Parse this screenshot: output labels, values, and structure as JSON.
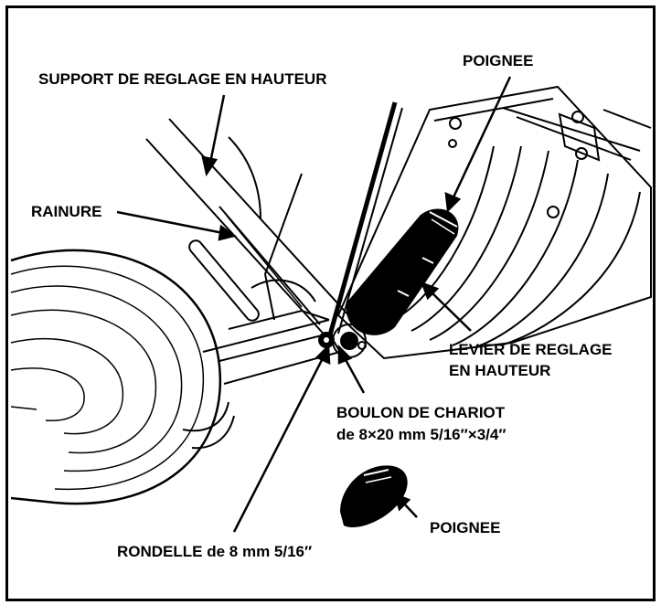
{
  "labels": {
    "support": "SUPPORT DE REGLAGE EN HAUTEUR",
    "poignee_top": "POIGNEE",
    "rainure": "RAINURE",
    "levier_line1": "LEVIER DE REGLAGE",
    "levier_line2": "EN HAUTEUR",
    "boulon_line1": "BOULON DE CHARIOT",
    "boulon_line2": "de 8×20 mm 5/16″×3/4″",
    "poignee_bottom": "POIGNEE",
    "rondelle": "RONDELLE de 8 mm 5/16″"
  },
  "colors": {
    "ink": "#000000",
    "paper": "#ffffff"
  }
}
